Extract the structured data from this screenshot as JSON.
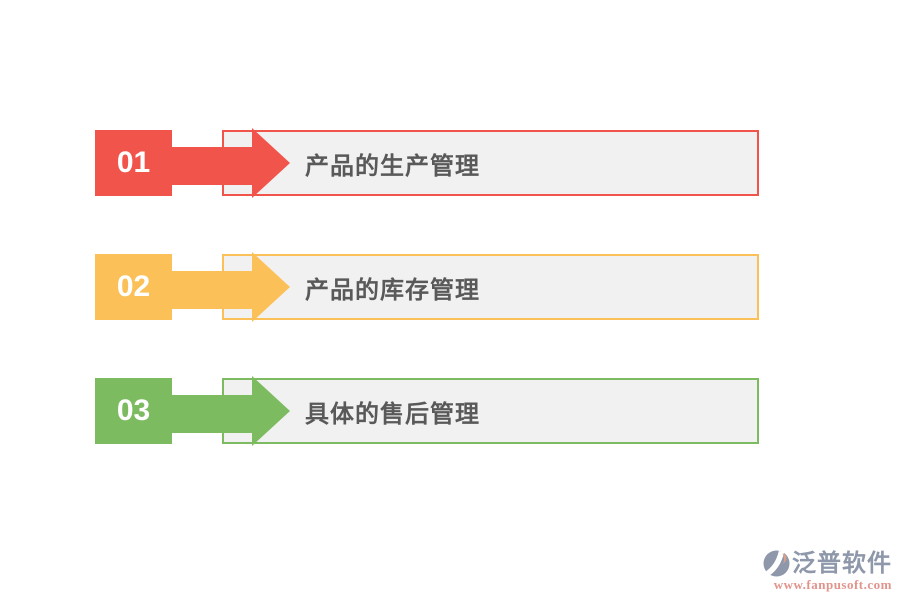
{
  "canvas": {
    "background": "#FFFFFF"
  },
  "steps": [
    {
      "number": "01",
      "title": "产品的生产管理",
      "accent_color": "#F1544B"
    },
    {
      "number": "02",
      "title": "产品的库存管理",
      "accent_color": "#FBC057"
    },
    {
      "number": "03",
      "title": "具体的售后管理",
      "accent_color": "#7CBB60"
    }
  ],
  "style": {
    "panel_fill": "#F1F1F1",
    "title_color": "#595959",
    "number_color": "#FFFFFF"
  },
  "logo": {
    "brand_name": "泛普软件",
    "website": "www.fanpusoft.com",
    "brand_color": "#8E98AA",
    "website_color": "#E2948C",
    "icon_primary_color": "#8E98AA",
    "icon_accent_color": "#D9A08C"
  }
}
